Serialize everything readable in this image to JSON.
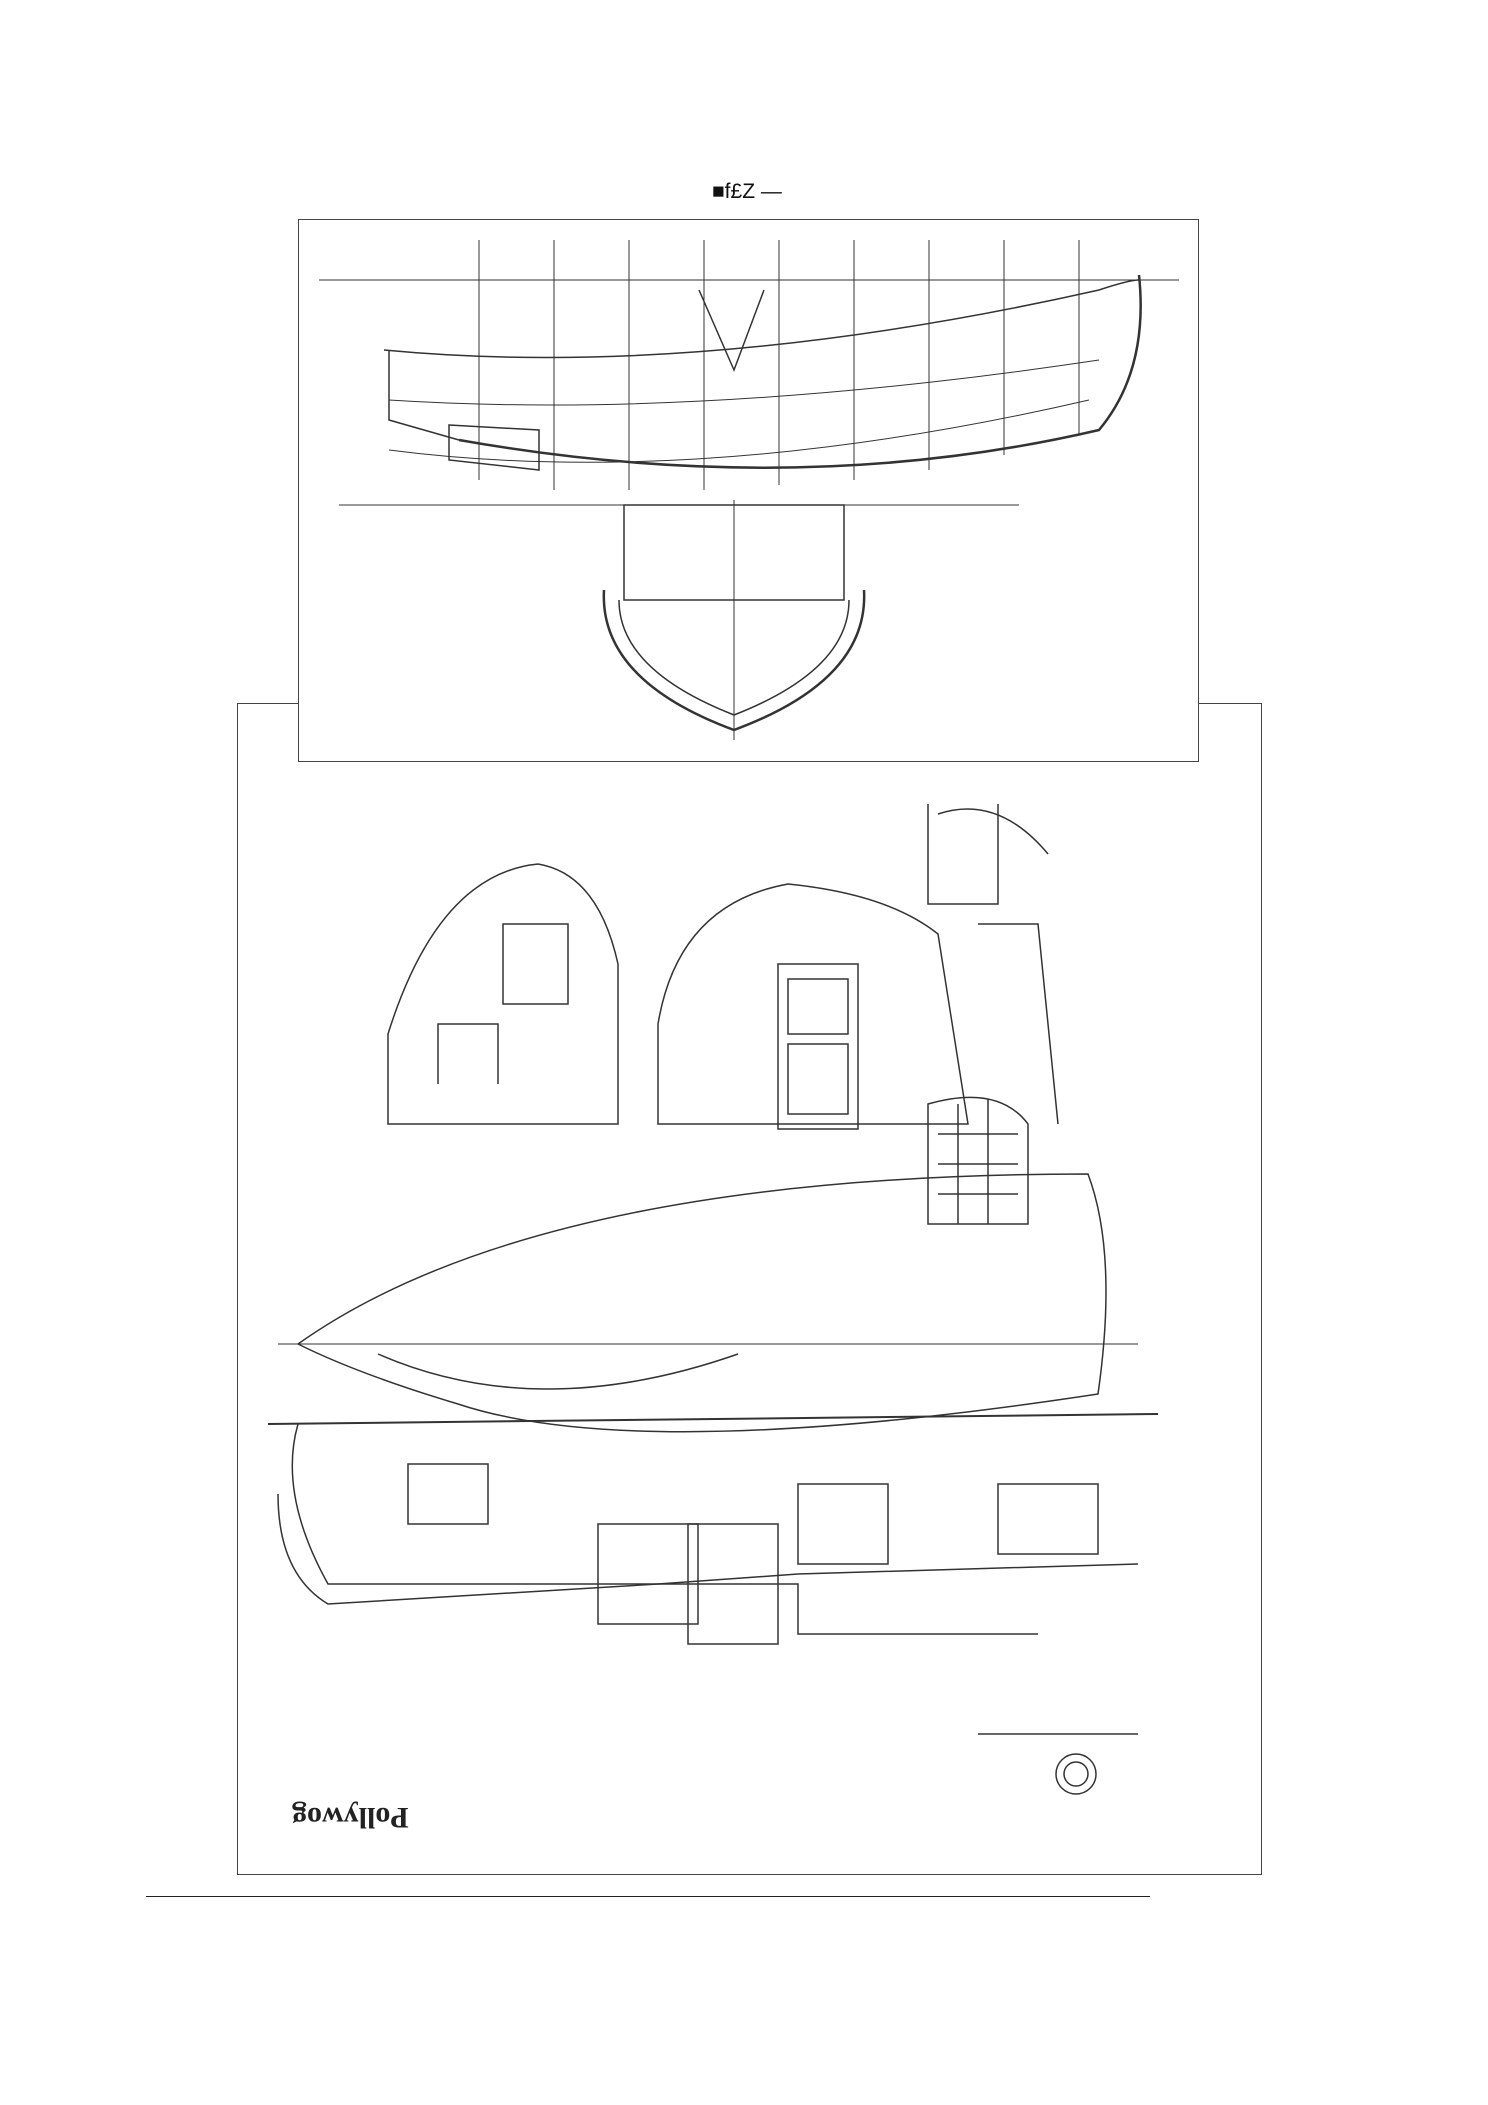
{
  "page": {
    "header_text": "■f£Z —",
    "drawing_title": "Pollywog",
    "figures": [
      {
        "name": "profile-and-section",
        "description_kind": "hull profile with midship section"
      },
      {
        "name": "arrangement-plans",
        "description_kind": "cabin sections, deck plan and interior plan"
      }
    ]
  }
}
